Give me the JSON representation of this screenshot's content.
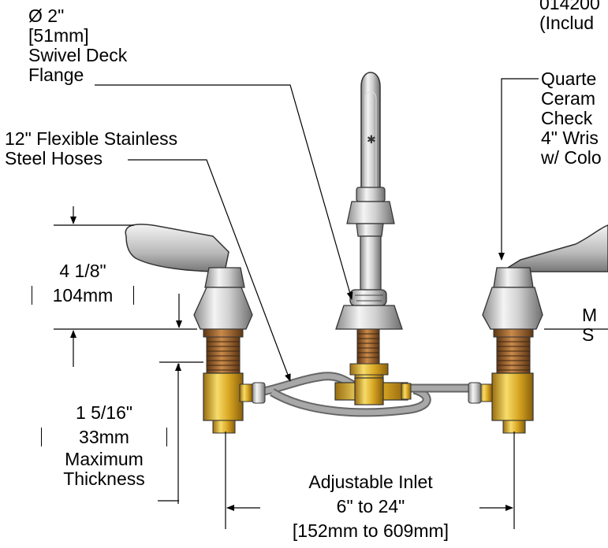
{
  "labels": {
    "flange": [
      "Ø 2\"",
      "[51mm]",
      "Swivel Deck",
      "Flange"
    ],
    "topright": [
      "014200",
      "(Includ"
    ],
    "hoses": [
      "12\" Flexible Stainless",
      "Steel Hoses"
    ],
    "handle": [
      "Quarte",
      "Ceram",
      "Check",
      "4\" Wris",
      "w/ Colo"
    ],
    "height_in": "4 1/8\"",
    "height_mm": "104mm",
    "mount_right": [
      "M",
      "S"
    ],
    "thick_in": "1 5/16\"",
    "thick_mm": "33mm",
    "thick_text": [
      "Maximum",
      "Thickness"
    ],
    "inlet": [
      "Adjustable Inlet",
      "6\" to 24\"",
      "[152mm to 609mm]"
    ]
  },
  "colors": {
    "chrome_light": "#ececec",
    "chrome_mid": "#b9b9b9",
    "chrome_dark": "#6e6e6e",
    "brass_light": "#f2d35a",
    "brass_mid": "#d8a623",
    "brass_dark": "#9a6d10",
    "thread_dark": "#7a4a1e",
    "hose": "#8c8c8c",
    "line": "#000000"
  }
}
